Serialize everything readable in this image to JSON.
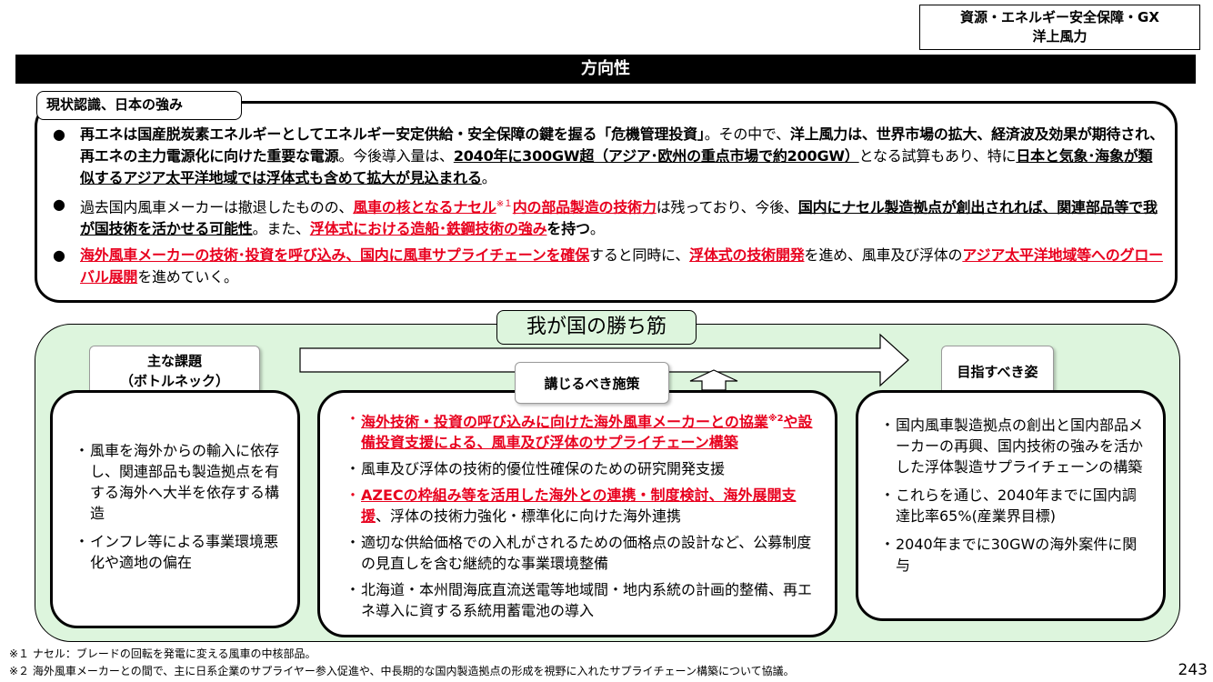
{
  "header_tag": {
    "line1": "資源・エネルギー安全保障・GX",
    "line2": "洋上風力"
  },
  "banner_title": "方向性",
  "recognition": {
    "label": "現状認識、日本の強み",
    "bullet1": {
      "s1": "再エネは国産脱炭素エネルギーとしてエネルギー安定供給・安全保障の鍵を握る「危機管理投資」",
      "s2": "。その中で、",
      "s3": "洋上風力は、世界市場の拡大、経済波及効果が期待され、再エネの主力電源化に向けた重要な電源",
      "s4": "。今後導入量は、",
      "s5": "2040年に300GW超（アジア･欧州の重点市場で約200GW）",
      "s6": "となる試算もあり、特に",
      "s7": "日本と気象･海象が類似するアジア太平洋地域では浮体式も含めて拡大が見込まれる",
      "s8": "。"
    },
    "bullet2": {
      "s1": "過去国内風車メーカーは撤退したものの、",
      "s2": "風車の核となるナセル",
      "s3": "※１",
      "s4": "内の部品製造の技術力",
      "s5": "は残っており、今後、",
      "s6": "国内にナセル製造拠点が創出されれば、関連部品等で我が国技術を活かせる可能性",
      "s7": "。また、",
      "s8": "浮体式における造船･鉄鋼技術の強み",
      "s9": "を持つ",
      "s10": "。"
    },
    "bullet3": {
      "s1": "海外風車メーカーの技術･投資を呼び込み、国内に風車サプライチェーンを確保",
      "s2": "すると同時に、",
      "s3": "浮体式の技術開発",
      "s4": "を進め、風車及び浮体の",
      "s5": "アジア太平洋地域等へのグローバル展開",
      "s6": "を進めていく。"
    }
  },
  "strategy": {
    "title": "我が国の勝ち筋",
    "issues_label_line1": "主な課題",
    "issues_label_line2": "（ボトルネック）",
    "measures_label": "講じるべき施策",
    "goal_label": "目指すべき姿",
    "issues": [
      "風車を海外からの輸入に依存し、関連部品も製造拠点を有する海外へ大半を依存する構造",
      "インフレ等による事業環境悪化や適地の偏在"
    ],
    "measures": {
      "m1a": "海外技術・投資の呼び込みに向けた海外風車メーカーとの協業",
      "m1b": "※2",
      "m1c": "や設備投資支援による、風車及び浮体のサプライチェーン構築",
      "m2": "風車及び浮体の技術的優位性確保のための研究開発支援",
      "m3a": "AZECの枠組み等を活用した海外との連携・制度検討、海外展開支援",
      "m3b": "、浮体の技術力強化・標準化に向けた海外連携",
      "m4": "適切な供給価格での入札がされるための価格点の設計など、公募制度の見直しを含む継続的な事業環境整備",
      "m5": "北海道・本州間海底直流送電等地域間・地内系統の計画的整備、再エネ導入に資する系統用蓄電池の導入"
    },
    "goals": [
      "国内風車製造拠点の創出と国内部品メーカーの再興、国内技術の強みを活かした浮体製造サプライチェーンの構築",
      "これらを通じ、2040年までに国内調達比率65%(産業界目標)",
      "2040年までに30GWの海外案件に関与"
    ],
    "bullet_mark": "・"
  },
  "footnotes": {
    "fn1": "※１ ナセル：ブレードの回転を発電に変える風車の中核部品。",
    "fn2": "※２ 海外風車メーカーとの間で、主に日系企業のサプライヤー参入促進や、中長期的な国内製造拠点の形成を視野に入れたサプライチェーン構築について協議。"
  },
  "page_number": "243",
  "colors": {
    "accent_red": "#e8001e",
    "strategy_green": "#ddf5dd",
    "banner": "#000000"
  }
}
